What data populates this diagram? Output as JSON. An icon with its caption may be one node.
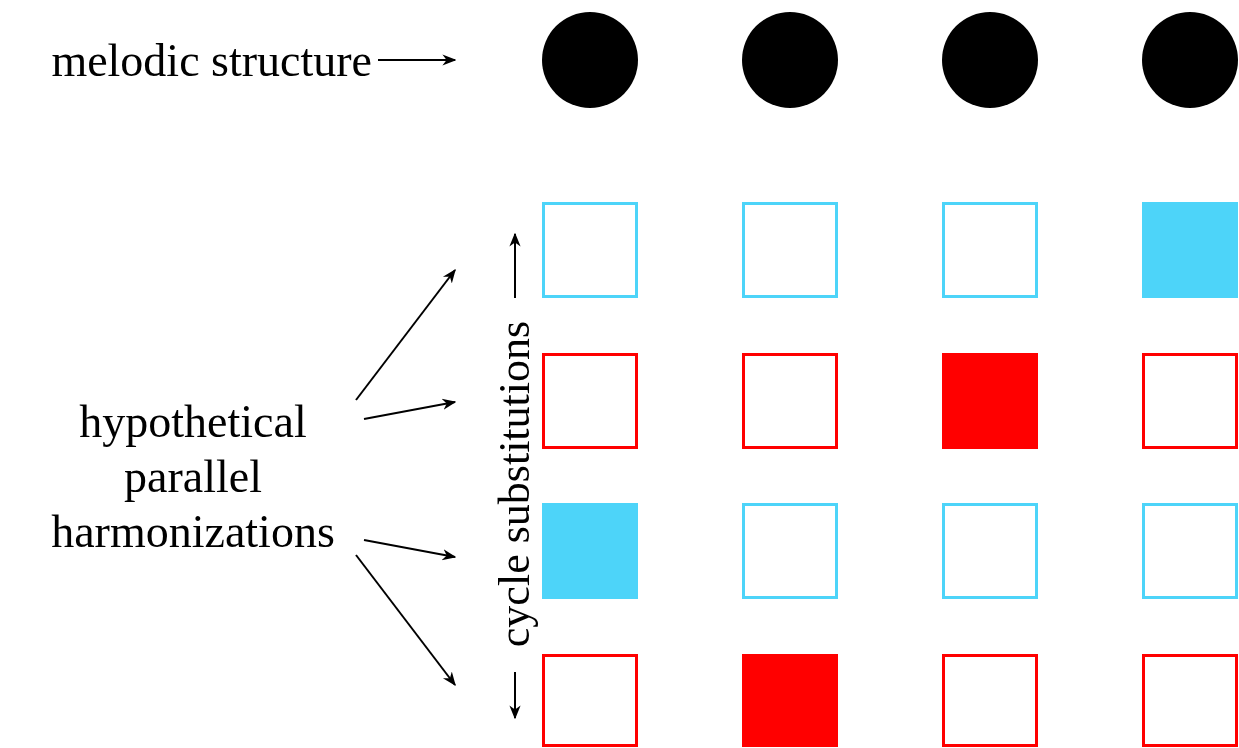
{
  "diagram": {
    "nodes": [
      {
        "text": [
          "melodic structure"
        ]
      },
      {
        "text": [
          "hypothetical parallel harmonizations"
        ]
      },
      {
        "text": [],
        "shape": "circle"
      },
      {
        "text": [],
        "shape": "circle"
      },
      {
        "text": [],
        "shape": "circle"
      },
      {
        "text": [],
        "shape": "circle"
      },
      {
        "text": [],
        "shape": "box"
      },
      {
        "text": [],
        "shape": "box"
      },
      {
        "text": [],
        "shape": "box"
      },
      {
        "text": [],
        "shape": "box"
      },
      {
        "text": [],
        "shape": "box"
      },
      {
        "text": [],
        "shape": "box"
      },
      {
        "text": [],
        "shape": "box"
      },
      {
        "text": [],
        "shape": "box"
      },
      {
        "text": [],
        "shape": "box"
      },
      {
        "text": [],
        "shape": "box"
      },
      {
        "text": [],
        "shape": "box"
      },
      {
        "text": [],
        "shape": "box"
      },
      {
        "text": [],
        "shape": "box"
      },
      {
        "text": [],
        "shape": "box"
      },
      {
        "text": [],
        "shape": "box"
      },
      {
        "text": [],
        "shape": "box"
      }
    ],
    "edges": [
      {
        "from": 0,
        "to": null,
        "arrow": "to"
      },
      {
        "from": 1,
        "to": null,
        "arrow": "to"
      },
      {
        "from": 1,
        "to": null,
        "arrow": "to"
      },
      {
        "from": 1,
        "to": null,
        "arrow": "to"
      },
      {
        "from": 1,
        "to": null,
        "arrow": "to"
      }
    ],
    "labels": [
      "cycle substitutions"
    ]
  }
}
